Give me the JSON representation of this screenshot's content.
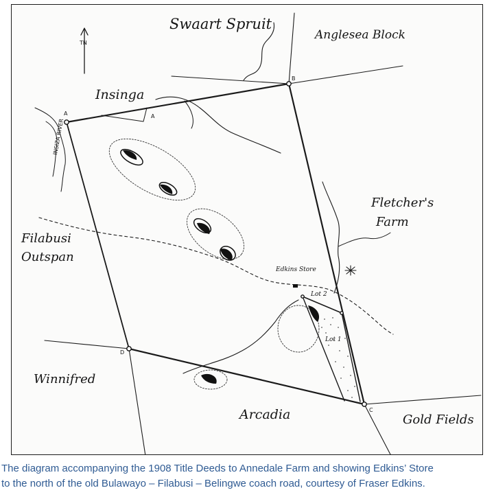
{
  "map": {
    "labels": {
      "swaart_spruit": "Swaart Spruit",
      "anglesea_block": "Anglesea Block",
      "insinga": "Insinga",
      "fletchers_farm_line1": "Fletcher's",
      "fletchers_farm_line2": "Farm",
      "filabusi_outspan_line1": "Filabusi",
      "filabusi_outspan_line2": "Outspan",
      "edkins_store": "Edkins Store",
      "winnifred": "Winnifred",
      "arcadia": "Arcadia",
      "gold_fields": "Gold Fields",
      "insiza_river": "INSIZA RIVER",
      "lot1": "Lot 1",
      "lot2": "Lot 2",
      "north_arrow": "TN",
      "corner_a": "A",
      "corner_b": "B",
      "corner_c": "C",
      "corner_d": "D",
      "beacon_a_inner": "A"
    }
  },
  "caption": {
    "line1": "The diagram accompanying the 1908 Title Deeds to Annedale Farm and showing Edkins’ Store",
    "line2": "to the north of the old Bulawayo – Filabusi – Belingwe coach road, courtesy of Fraser Edkins."
  }
}
